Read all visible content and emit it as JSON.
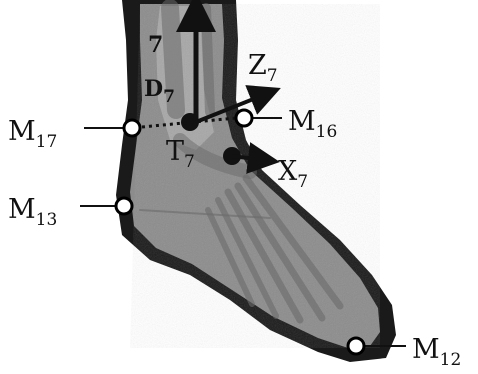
{
  "figure": {
    "colors": {
      "background": "#ffffff",
      "silhouette": "#1a1a1a",
      "skin": "#8c8c8c",
      "skin_light": "#b9b9b9",
      "bone": "#6a6a6a",
      "marker_fill": "#ffffff",
      "marker_stroke": "#000000"
    },
    "markers": [
      {
        "id": "m17",
        "name": "M",
        "sub": "17"
      },
      {
        "id": "m16",
        "name": "M",
        "sub": "16"
      },
      {
        "id": "m13",
        "name": "M",
        "sub": "13"
      },
      {
        "id": "m12",
        "name": "M",
        "sub": "12"
      }
    ],
    "axes": [
      {
        "id": "z7",
        "name": "Z",
        "sub": "7"
      },
      {
        "id": "x7",
        "name": "X",
        "sub": "7"
      }
    ],
    "points": [
      {
        "id": "t7",
        "name": "T",
        "sub": "7"
      }
    ],
    "partial_labels": {
      "top": "7",
      "origin": "D",
      "origin_sub": "7"
    }
  }
}
